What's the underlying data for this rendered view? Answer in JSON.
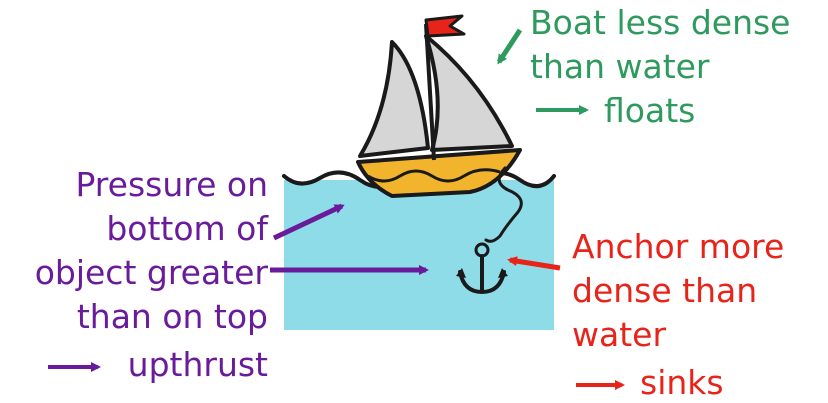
{
  "colors": {
    "water": "#8fdce9",
    "boat_label": "#2f9a5e",
    "anchor_label": "#e8231a",
    "pressure_label": "#6a1b9a",
    "sail": "#d6d6d6",
    "hull": "#f2b42c",
    "flag": "#e8231a",
    "outline": "#1a1a1a"
  },
  "labels": {
    "boat": [
      "Boat less dense",
      "than water",
      "floats"
    ],
    "anchor": [
      "Anchor more",
      "dense than",
      "water",
      "sinks"
    ],
    "pressure": [
      "Pressure on",
      "bottom of",
      "object greater",
      "than on top",
      "upthrust"
    ]
  }
}
